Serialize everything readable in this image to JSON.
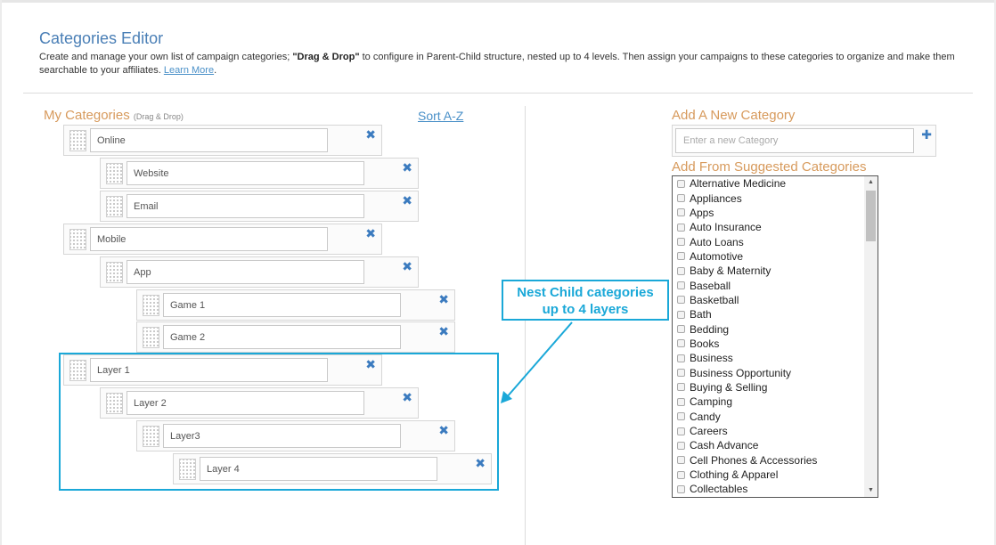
{
  "header": {
    "title": "Categories Editor",
    "desc_part1": "Create and manage your own list of campaign categories; ",
    "desc_bold": "\"Drag & Drop\"",
    "desc_part2": " to configure in Parent-Child structure, nested up to 4 levels. Then assign your campaigns to these categories to organize and make them searchable to your affiliates. ",
    "learn_more": "Learn More",
    "desc_end": "."
  },
  "my_categories": {
    "title": "My Categories",
    "subtitle": "(Drag & Drop)",
    "sort_label": "Sort A-Z",
    "remove_glyph": "✖",
    "items": [
      {
        "name": "Online",
        "level": 1
      },
      {
        "name": "Website",
        "level": 2
      },
      {
        "name": "Email",
        "level": 2
      },
      {
        "name": "Mobile",
        "level": 1
      },
      {
        "name": "App",
        "level": 2
      },
      {
        "name": "Game 1",
        "level": 3
      },
      {
        "name": "Game 2",
        "level": 3
      },
      {
        "name": "Layer 1",
        "level": 1
      },
      {
        "name": "Layer 2",
        "level": 2
      },
      {
        "name": "Layer3",
        "level": 3
      },
      {
        "name": "Layer 4",
        "level": 4
      }
    ]
  },
  "callout": {
    "line1": "Nest Child categories",
    "line2": "up to 4 layers",
    "color": "#1aa8d8"
  },
  "add_category": {
    "title": "Add A New Category",
    "placeholder": "Enter a new Category",
    "add_glyph": "✚"
  },
  "suggested": {
    "title": "Add From Suggested Categories",
    "items": [
      "Alternative Medicine",
      "Appliances",
      "Apps",
      "Auto Insurance",
      "Auto Loans",
      "Automotive",
      "Baby & Maternity",
      "Baseball",
      "Basketball",
      "Bath",
      "Bedding",
      "Books",
      "Business",
      "Business Opportunity",
      "Buying & Selling",
      "Camping",
      "Candy",
      "Careers",
      "Cash Advance",
      "Cell Phones & Accessories",
      "Clothing & Apparel",
      "Collectables"
    ]
  },
  "colors": {
    "title_blue": "#4a7fb6",
    "section_orange": "#d79a5c",
    "link_blue": "#4a90c8",
    "icon_blue": "#3b7bbf"
  }
}
